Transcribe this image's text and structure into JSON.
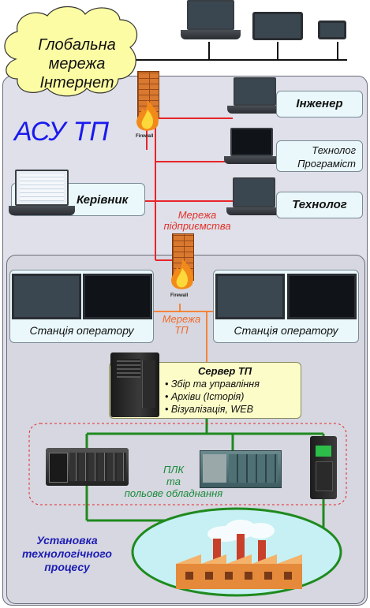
{
  "cloud": {
    "line1": "Глобальна",
    "line2": "мережа",
    "line3": "Інтернет"
  },
  "asu_title": "АСУ ТП",
  "firewall_label": "Firewall",
  "roles": {
    "engineer": "Інженер",
    "tech_programmer_line1": "Технолог",
    "tech_programmer_line2": "Програміст",
    "technologist": "Технолог",
    "manager": "Керівник"
  },
  "enterprise_network": {
    "line1": "Мережа",
    "line2": "підприємства"
  },
  "tp_network": {
    "line1": "Мережа",
    "line2": "ТП"
  },
  "operator_station_label": "Станція оператору",
  "server": {
    "title": "Сервер ТП",
    "items": [
      "Збір та управління",
      "Архіви (Історія)",
      "Візуалізація, WEB"
    ]
  },
  "plc": {
    "line1": "ПЛК",
    "line2": "та",
    "line3": "польове обладнання"
  },
  "process": {
    "line1": "Установка",
    "line2": "технологічного",
    "line3": "процесу"
  },
  "colors": {
    "red_network": "#e8242a",
    "orange_network": "#f5843a",
    "green_field": "#1f8a1f",
    "title_blue": "#1a1aee",
    "plc_text": "#1a8a3a",
    "process_text": "#1d1db5",
    "cloud_fill": "#fcfca4"
  }
}
